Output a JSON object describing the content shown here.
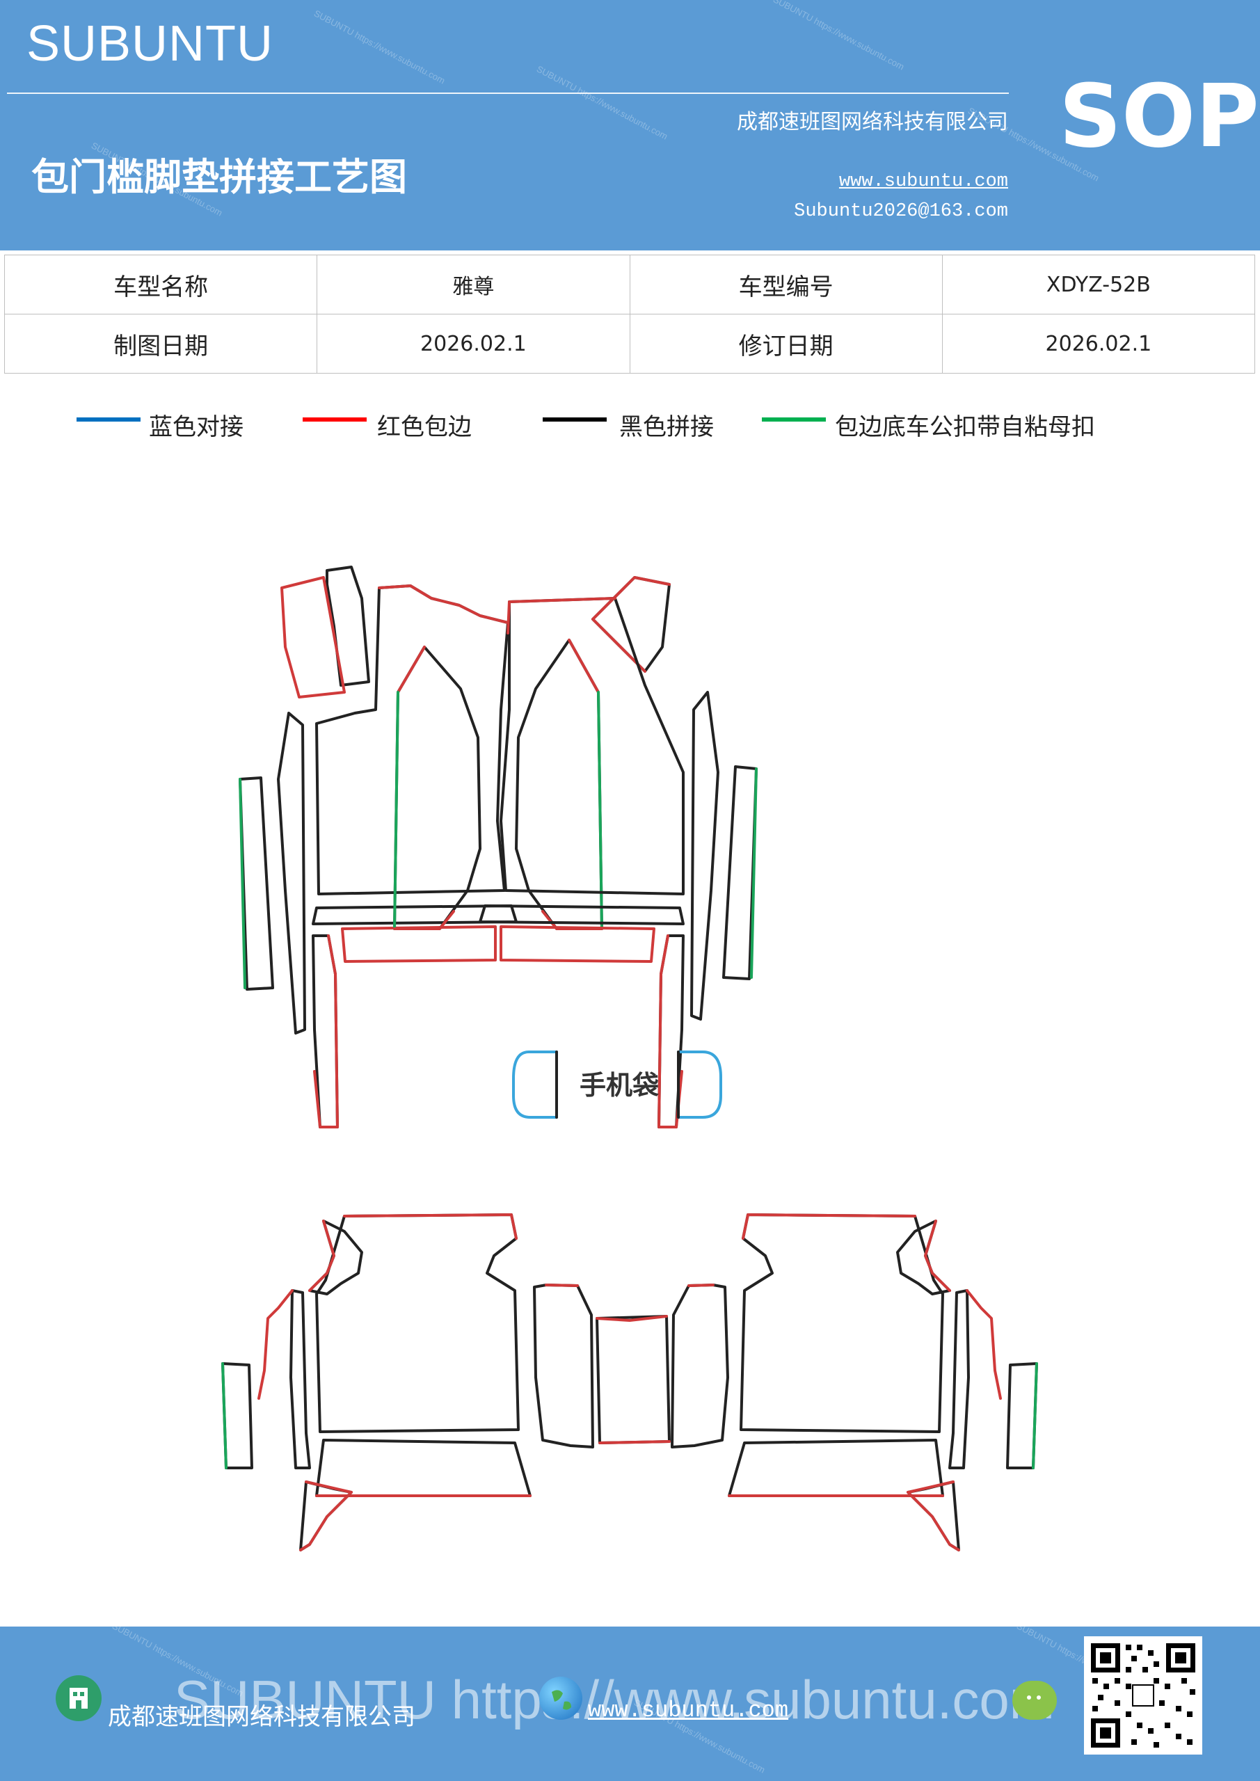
{
  "header": {
    "brand": "SUBUNTU",
    "title": "包门槛脚垫拼接工艺图",
    "company": "成都速班图网络科技有限公司",
    "website": "www.subuntu.com",
    "email": "Subuntu2026@163.com",
    "doc_type": "SOP"
  },
  "info_table": {
    "rows": [
      [
        {
          "label": "车型名称"
        },
        {
          "value": "雅尊"
        },
        {
          "label": "车型编号"
        },
        {
          "value": "XDYZ-52B"
        }
      ],
      [
        {
          "label": "制图日期"
        },
        {
          "value": "2026.02.1"
        },
        {
          "label": "修订日期"
        },
        {
          "value": "2026.02.1"
        }
      ]
    ]
  },
  "legend": [
    {
      "label": "蓝色对接",
      "color": "#0070c0"
    },
    {
      "label": "红色包边",
      "color": "#ff0000"
    },
    {
      "label": "黑色拼接",
      "color": "#000000"
    },
    {
      "label": "包边底车公扣带自粘母扣",
      "color": "#00b050"
    }
  ],
  "diagram": {
    "phone_pocket_label": "手机袋",
    "colors": {
      "blue": "#3aa6dc",
      "red": "#d03a3a",
      "black": "#222222",
      "green": "#1aa55a"
    }
  },
  "footer": {
    "watermark_text": "SUBUNTU https://www.subuntu.com",
    "company": "成都速班图网络科技有限公司",
    "website": "www.subuntu.com",
    "icons": [
      "building-icon",
      "globe-icon",
      "wechat-icon",
      "qr-code"
    ]
  }
}
